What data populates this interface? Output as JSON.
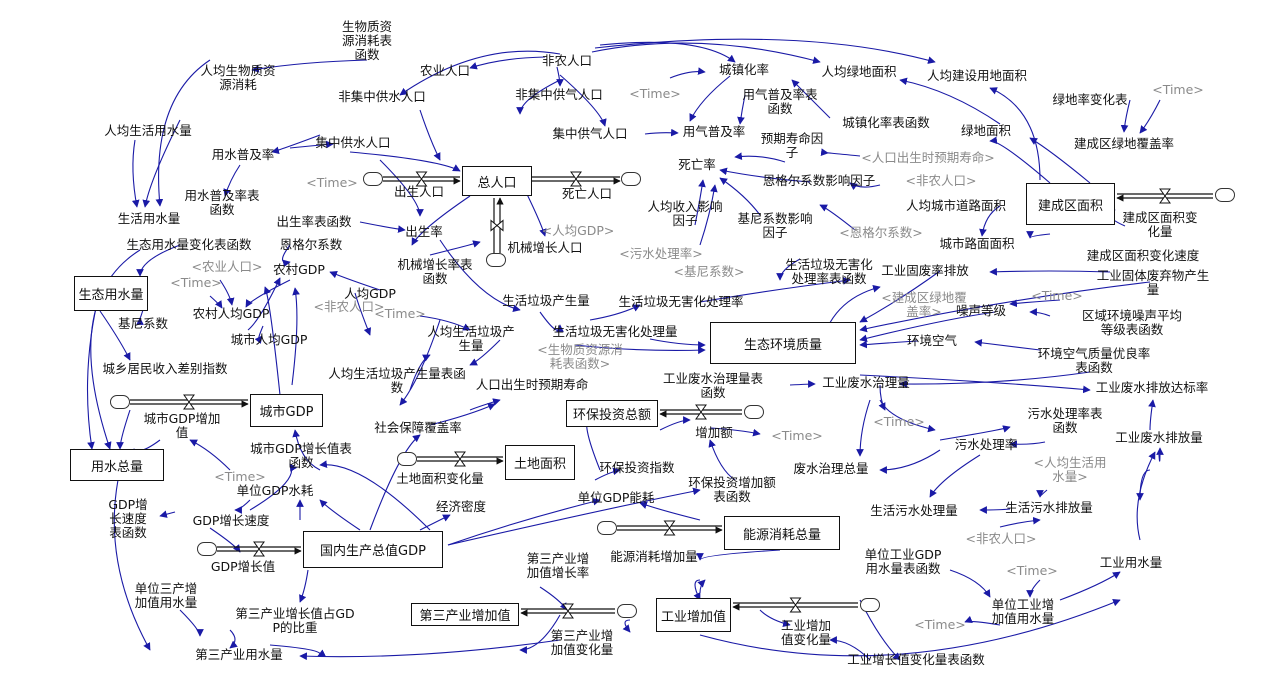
{
  "stocks": {
    "total_population": "总人口",
    "urban_gdp": "城市GDP",
    "total_water": "用水总量",
    "eco_water": "生态用水量",
    "land_area": "土地面积",
    "env_invest": "环保投资总额",
    "gdp_total": "国内生产总值GDP",
    "energy_total": "能源消耗总量",
    "tertiary_added": "第三产业增加值",
    "industry_added": "工业增加值",
    "eco_quality": "生态环境质量",
    "built_area": "建成区面积"
  },
  "variables": {
    "bio_table": "生物质资\n源消耗表\n函数",
    "per_bio": "人均生物质资\n源消耗",
    "nonagri": "非农人口",
    "agri": "农业人口",
    "nonconc_water": "非集中供水人口",
    "nonconc_gas": "非集中供气人口",
    "urban_rate": "城镇化率",
    "green_per": "人均绿地面积",
    "build_land_per": "人均建设用地面积",
    "green_rate_table": "绿地率变化表",
    "per_domestic_water": "人均生活用水量",
    "gas_rate_table": "用气普及率表\n函数",
    "conc_gas": "集中供气人口",
    "gas_rate": "用气普及率",
    "urban_rate_table": "城镇化率表函数",
    "green_area": "绿地面积",
    "built_green_rate": "建成区绿地覆盖率",
    "water_rate": "用水普及率",
    "conc_water": "集中供水人口",
    "life_exp_factor": "预期寿命因\n子",
    "death_rate": "死亡率",
    "births": "出生人口",
    "deaths": "死亡人口",
    "engel_factor_influence": "恩格尔系数影响因子",
    "water_rate_table": "用水普及率表\n函数",
    "domestic_water": "生活用水量",
    "income_factor": "人均收入影响\n因子",
    "gini_factor": "基尼系数影响\n因子",
    "urban_road": "人均城市道路面积",
    "built_change": "建成区面积变\n化量",
    "birth_rate_table": "出生率表函数",
    "birth_rate": "出生率",
    "road_area": "城市路面面积",
    "eco_water_table": "生态用水量变化表函数",
    "engel": "恩格尔系数",
    "rural_gdp": "农村GDP",
    "mech_growth": "机械增长人口",
    "mech_rate_table": "机械增长率表\n函数",
    "waste_harmless_table": "生活垃圾无害化\n处理率表函数",
    "built_change_speed": "建成区面积变化速度",
    "industrial_solid": "工业固废率排放",
    "industrial_solid_table": "工业固体废弃物产生\n量",
    "gdp_per": "人均GDP",
    "waste_gen": "生活垃圾产生量",
    "waste_harmless_rate": "生活垃圾无害化处理率",
    "noise": "噪声等级",
    "rural_income": "农村人均GDP",
    "gini": "基尼系数",
    "per_waste": "人均生活垃圾产\n生量",
    "waste_harmless": "生活垃圾无害化处理量",
    "noise_table": "区域环境噪声平均\n等级表函数",
    "urban_income": "城市人均GDP",
    "env_air": "环境空气",
    "air_table": "环境空气质量优良率\n表函数",
    "income_gap": "城乡居民收入差别指数",
    "per_waste_table": "人均生活垃圾产生量表函\n数",
    "life_exp": "人口出生时预期寿命",
    "ind_wastewater_table": "工业废水治理量表\n函数",
    "ind_wastewater_treat": "工业废水治理量",
    "ind_wastewater_rate": "工业废水排放达标率",
    "urban_gdp_increase": "城市GDP增加\n值",
    "social_security": "社会保障覆盖率",
    "increase_amount": "增加额",
    "sewage_table": "污水处理率表\n函数",
    "ind_wastewater_discharge": "工业废水排放量",
    "urban_gdp_table": "城市GDP增长值表\n函数",
    "sewage_rate": "污水处理率",
    "land_change": "土地面积变化量",
    "env_index": "环保投资指数",
    "wastewater_total": "废水治理总量",
    "invest_table": "环保投资增加额\n表函数",
    "gdp_water": "单位GDP水耗",
    "gdp_energy": "单位GDP能耗",
    "econ_density": "经济密度",
    "gdp_speed_table": "GDP增\n长速度\n表函数",
    "gdp_speed": "GDP增长速度",
    "domestic_sewage_treat": "生活污水处理量",
    "domestic_sewage": "生活污水排放量",
    "tertiary_rate": "第三产业增\n加值增长率",
    "energy_increase": "能源消耗增加量",
    "gdp_value": "GDP增长值",
    "ind_water_table": "单位工业GDP\n用水量表函数",
    "ind_water": "工业用水量",
    "per_tertiary_water": "单位三产增\n加值用水量",
    "tertiary_share": "第三产业增长值占GD\nP的比重",
    "tertiary_change": "第三产业增\n加值变化量",
    "industry_change": "工业增加\n值变化量",
    "ind_unit_water": "单位工业增\n加值用水量",
    "tertiary_water": "第三产业用水量",
    "industry_change_table": "工业增长值变化量表函数"
  },
  "shadows": {
    "time_1": "<Time>",
    "time_2": "<Time>",
    "time_3": "<Time>",
    "time_4": "<Time>",
    "time_5": "<Time>",
    "time_6": "<Time>",
    "time_7": "<Time>",
    "time_8": "<Time>",
    "time_9": "<Time>",
    "time_10": "<Time>",
    "time_11": "<Time>",
    "life_exp_s": "<人口出生时预期寿命>",
    "nonagri_s1": "<非农人口>",
    "per_gdp_s1": "<人均GDP>",
    "sewage_s": "<污水处理率>",
    "gini_s": "<基尼系数>",
    "engel_s": "<恩格尔系数>",
    "agri_s": "<农业人口>",
    "nonagri_s2": "<非农人口>",
    "green_cover_s": "<建成区绿地覆\n盖率>",
    "bio_s": "<生物质资源消\n耗表函数>",
    "per_water_s": "<人均生活用\n水量>",
    "nonagri_s3": "<非农人口>"
  }
}
